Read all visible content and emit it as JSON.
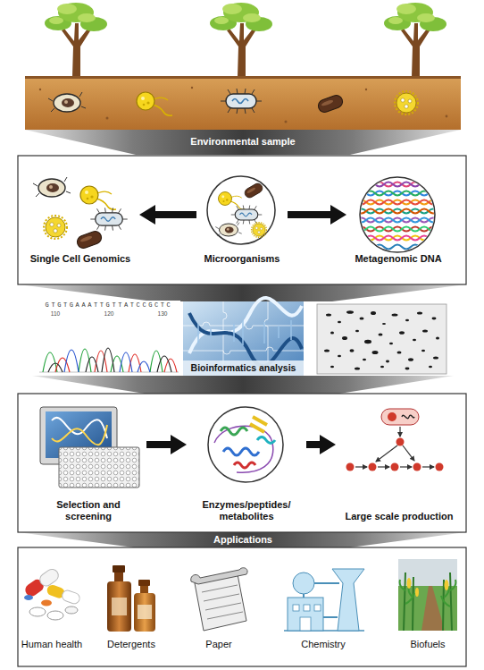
{
  "diagram": {
    "nodes": [
      {
        "text": [
          "Environmental sample"
        ]
      },
      {
        "text": [
          "Single Cell Genomics"
        ]
      },
      {
        "text": [
          "Microorganisms"
        ]
      },
      {
        "text": [
          "Metagenomic DNA"
        ]
      },
      {
        "text": [
          "Bioinformatics analysis"
        ]
      },
      {
        "text": [
          "Selection and screening"
        ]
      },
      {
        "text": [
          "Enzymes/peptides/ metabolites"
        ]
      },
      {
        "text": [
          "Large scale production"
        ]
      },
      {
        "text": [
          "Applications"
        ]
      }
    ],
    "edges": [
      {
        "from": 2,
        "to": 1,
        "arrow": "to"
      },
      {
        "from": 2,
        "to": 3,
        "arrow": "to"
      },
      {
        "from": 5,
        "to": 6,
        "arrow": "to"
      },
      {
        "from": 6,
        "to": 7,
        "arrow": "to"
      }
    ],
    "labels": [
      "GTGTGAAATTGTTATCCGCTC",
      "110",
      "120",
      "130",
      "Human health",
      "Detergents",
      "Paper",
      "Chemistry",
      "Biofuels"
    ]
  }
}
